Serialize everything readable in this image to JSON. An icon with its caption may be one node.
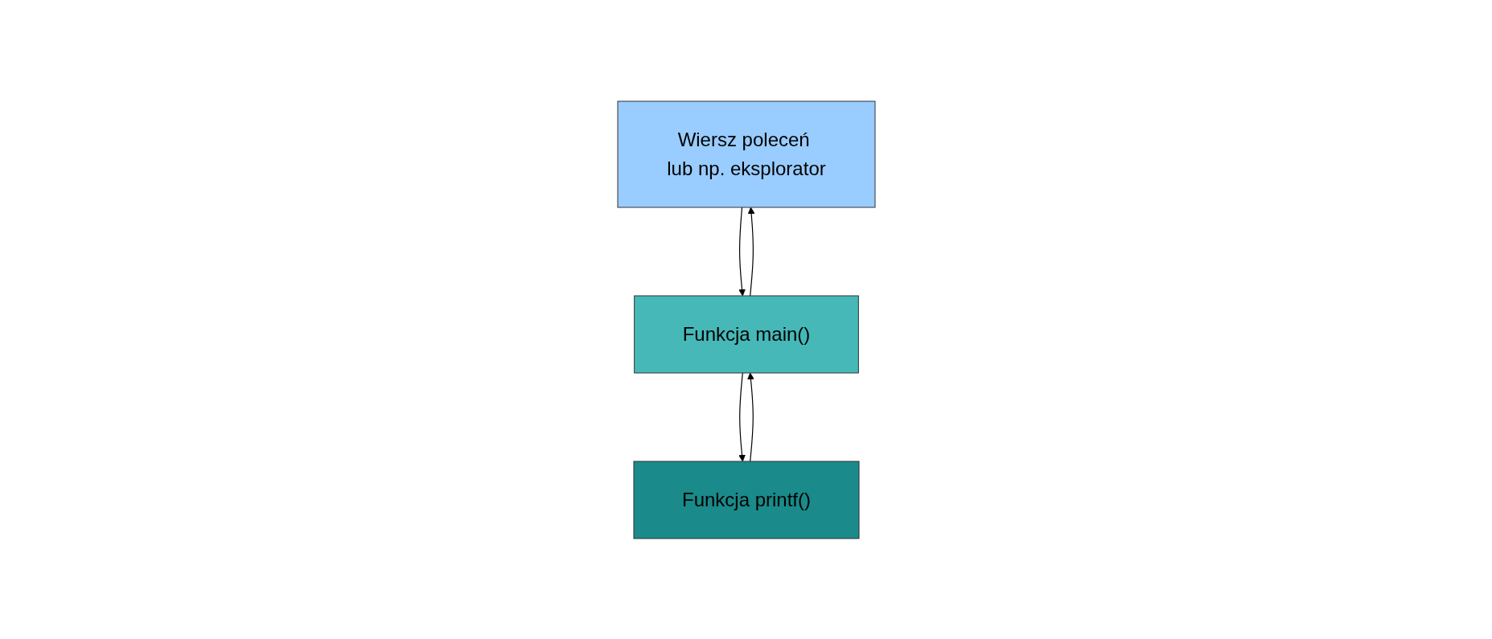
{
  "diagram": {
    "nodes": [
      {
        "text": [
          "Wiersz poleceń lub np. eksplorator"
        ]
      },
      {
        "text": [
          "Funkcja main()"
        ]
      },
      {
        "text": [
          "Funkcja printf()"
        ]
      }
    ],
    "edges": [
      {
        "from": 0,
        "to": 1,
        "arrow": "to"
      },
      {
        "from": 1,
        "to": 0,
        "arrow": "to"
      },
      {
        "from": 1,
        "to": 2,
        "arrow": "to"
      },
      {
        "from": 2,
        "to": 1,
        "arrow": "to"
      }
    ]
  }
}
